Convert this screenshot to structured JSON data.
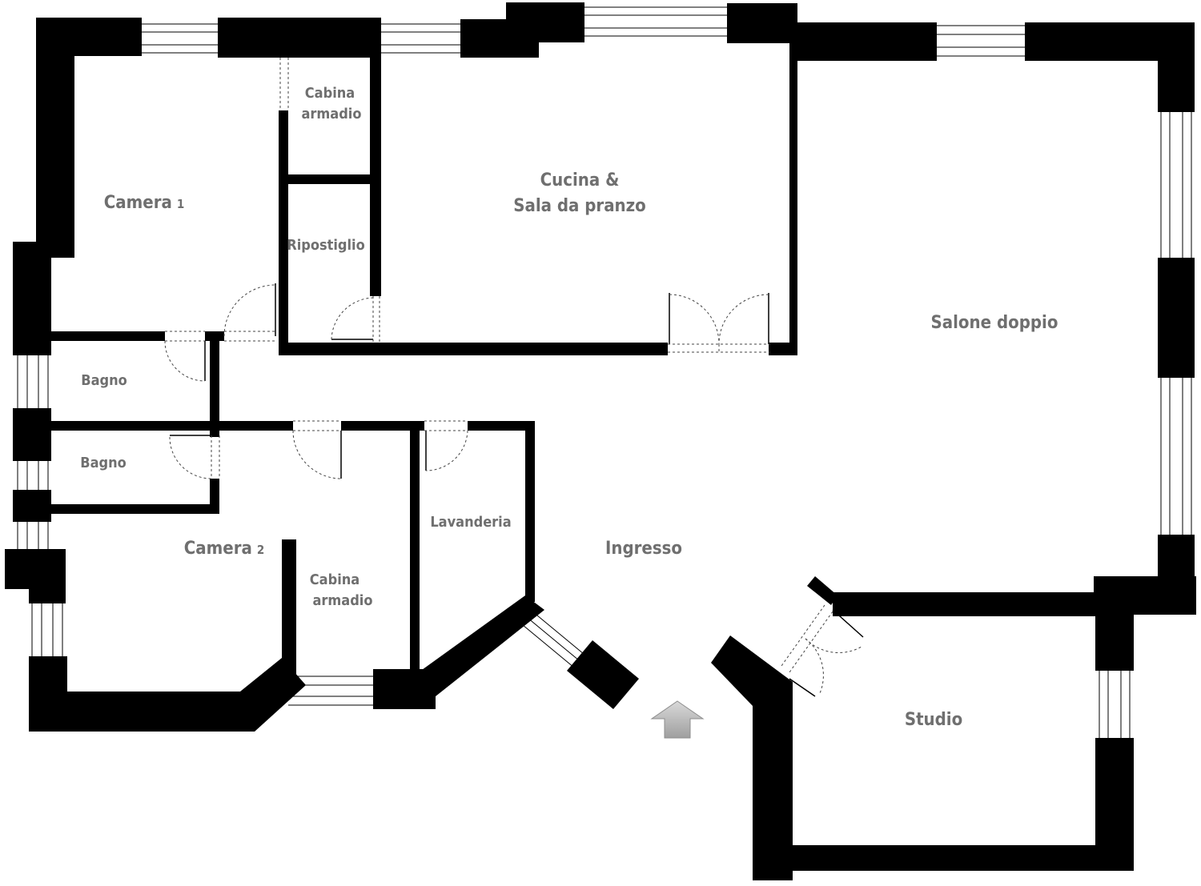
{
  "rooms": {
    "camera1": {
      "name": "Camera",
      "num": "1"
    },
    "cabina1": {
      "line1": "Cabina",
      "line2": "armadio"
    },
    "ripostiglio": "Ripostiglio",
    "cucina": {
      "line1": "Cucina &",
      "line2": "Sala da pranzo"
    },
    "salone": "Salone doppio",
    "bagno1": "Bagno",
    "bagno2": "Bagno",
    "camera2": {
      "name": "Camera",
      "num": "2"
    },
    "cabina2": {
      "line1": "Cabina",
      "line2": "armadio"
    },
    "lavanderia": "Lavanderia",
    "ingresso": "Ingresso",
    "studio": "Studio"
  },
  "colors": {
    "wall": "#000000",
    "label": "#6f6f6f",
    "entrance_arrow": "#bbbbbb"
  },
  "icons": {
    "entrance": "up-arrow-icon"
  }
}
